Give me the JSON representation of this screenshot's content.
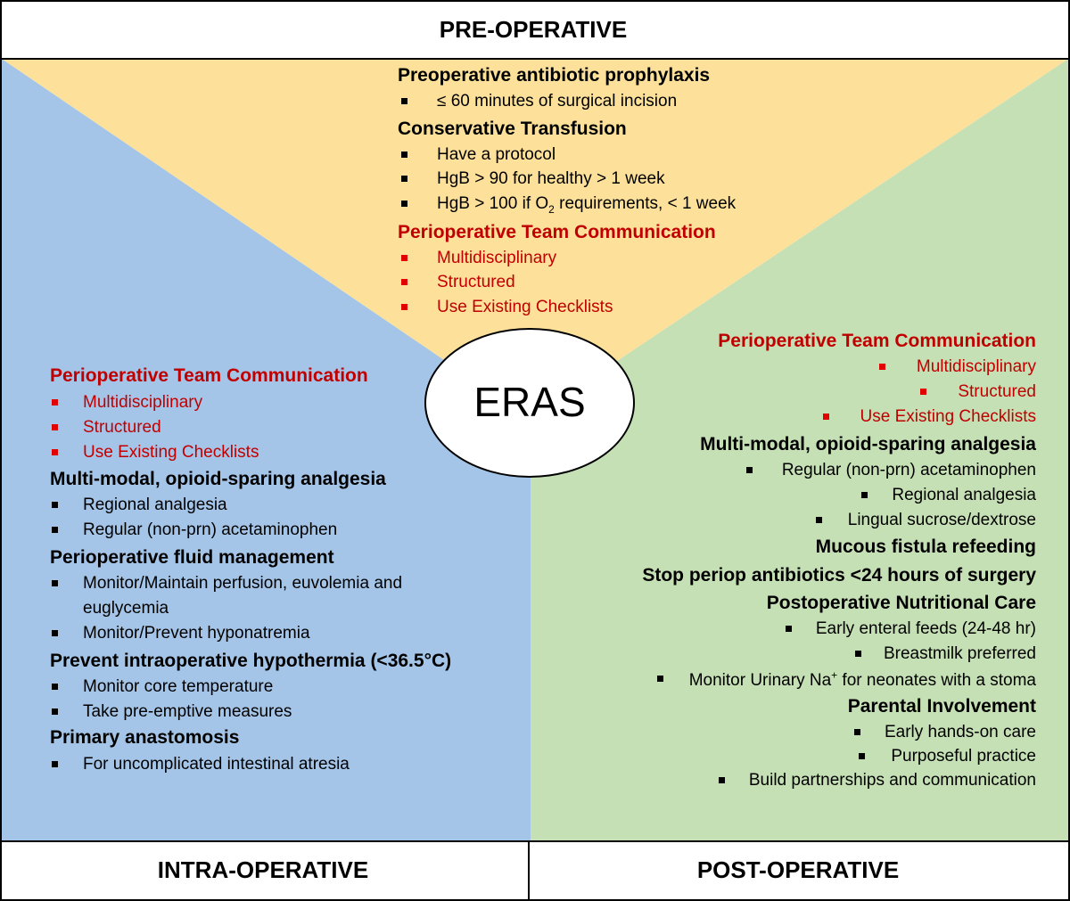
{
  "bands": {
    "pre_operative": "PRE-OPERATIVE",
    "intra_operative": "INTRA-OPERATIVE",
    "post_operative": "POST-OPERATIVE"
  },
  "center": "ERAS",
  "colors": {
    "pre": "#fde19a",
    "intra": "#a4c5e8",
    "post": "#c6e0b5",
    "red_text": "#c00000",
    "border": "#000000"
  },
  "pre": {
    "h1": "Preoperative antibiotic prophylaxis",
    "h1_items": [
      "≤ 60 minutes of surgical incision"
    ],
    "h2": "Conservative Transfusion",
    "h2_items": [
      "Have a protocol",
      "HgB > 90 for healthy > 1 week"
    ],
    "h2_item3_a": "HgB > 100 if O",
    "h2_item3_sub": "2",
    "h2_item3_b": " requirements, < 1 week",
    "h3": "Perioperative Team Communication",
    "h3_items": [
      "Multidisciplinary",
      "Structured",
      "Use Existing Checklists"
    ]
  },
  "intra": {
    "h1": "Perioperative Team Communication",
    "h1_items": [
      "Multidisciplinary",
      "Structured",
      "Use Existing Checklists"
    ],
    "h2": "Multi-modal, opioid-sparing analgesia",
    "h2_items": [
      "Regional analgesia",
      "Regular (non-prn) acetaminophen"
    ],
    "h3": "Perioperative fluid management",
    "h3_item1_line1": "Monitor/Maintain perfusion, euvolemia and",
    "h3_item1_line2": "euglycemia",
    "h3_item2": "Monitor/Prevent hyponatremia",
    "h4": "Prevent intraoperative hypothermia (<36.5°C)",
    "h4_items": [
      "Monitor core temperature",
      "Take pre-emptive measures"
    ],
    "h5": "Primary anastomosis",
    "h5_items": [
      "For uncomplicated intestinal atresia"
    ]
  },
  "post": {
    "h1": "Perioperative Team Communication",
    "h1_items": [
      "Multidisciplinary",
      "Structured",
      "Use Existing Checklists"
    ],
    "h2": "Multi-modal, opioid-sparing analgesia",
    "h2_items": [
      "Regular (non-prn) acetaminophen",
      "Regional analgesia",
      "Lingual sucrose/dextrose"
    ],
    "h3": "Mucous fistula refeeding",
    "h4": "Stop periop antibiotics <24 hours of surgery",
    "h5": "Postoperative Nutritional Care",
    "h5_items": [
      "Early enteral feeds (24-48 hr)",
      "Breastmilk preferred"
    ],
    "h5_item3_a": "Monitor Urinary Na",
    "h5_item3_sup": "+",
    "h5_item3_b": " for neonates with a stoma",
    "h6": "Parental Involvement",
    "h6_items": [
      "Early hands-on care",
      "Purposeful practice",
      "Build partnerships and communication"
    ]
  }
}
